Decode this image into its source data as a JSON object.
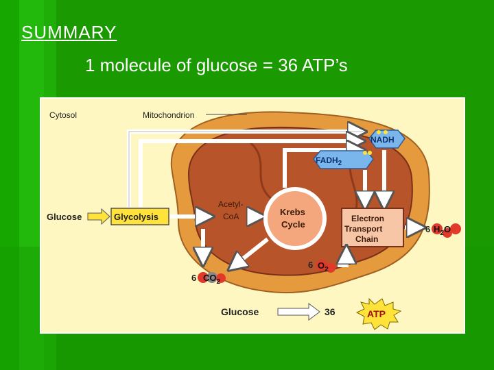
{
  "slide": {
    "title": "SUMMARY",
    "statement": "1 molecule of glucose = 36 ATP’s"
  },
  "diagram": {
    "cytosol_label": "Cytosol",
    "mitochondrion_label": "Mitochondrion",
    "glucose_input": "Glucose",
    "glycolysis": "Glycolysis",
    "acetyl_line1": "Acetyl-",
    "acetyl_line2": "CoA",
    "krebs_line1": "Krebs",
    "krebs_line2": "Cycle",
    "etc_line1": "Electron",
    "etc_line2": "Transport",
    "etc_line3": "Chain",
    "nadh": "NADH",
    "fadh2": "FADH",
    "fadh2_sub": "2",
    "co2_coef": "6",
    "co2": "CO",
    "co2_sub": "2",
    "o2_coef": "6",
    "o2": "O",
    "o2_sub": "2",
    "h2o_coef": "6",
    "h2o_h": "H",
    "h2o_sub": "2",
    "h2o_o": "O",
    "summary_glucose": "Glucose",
    "summary_count": "36",
    "atp": "ATP"
  },
  "colors": {
    "background": "#1a9a00",
    "panel": "#fff7c2",
    "mito_outer": "#e59a3e",
    "mito_inner": "#b8542a",
    "krebs": "#f4a77c",
    "etc_box": "#f7c6a6",
    "nadh": "#7ab6ec",
    "atp": "#ffe23a",
    "molecule_red": "#e23a2a"
  }
}
